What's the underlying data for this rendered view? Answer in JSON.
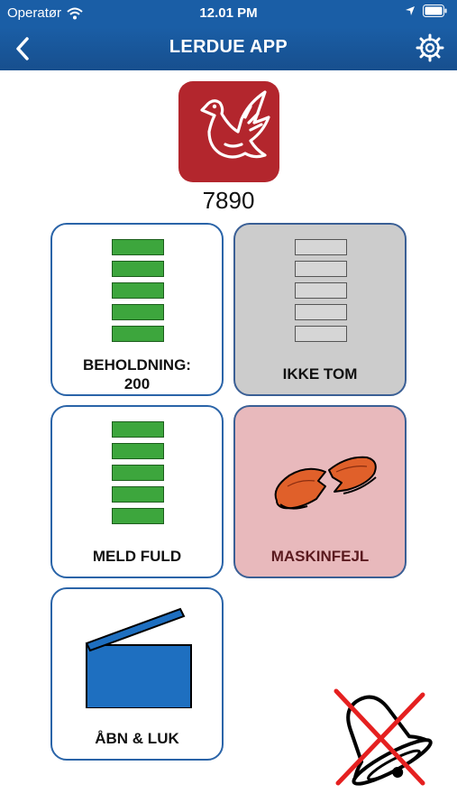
{
  "status": {
    "carrier": "Operatør",
    "time": "12.01 PM"
  },
  "nav": {
    "title": "LERDUE APP"
  },
  "device": {
    "number": "7890"
  },
  "tiles": {
    "beholdning": {
      "label_line1": "BEHOLDNING:",
      "label_line2": "200"
    },
    "ikke_tom": {
      "label": "IKKE TOM"
    },
    "meld_fuld": {
      "label": "MELD FULD"
    },
    "maskinfejl": {
      "label": "MASKINFEJL"
    },
    "abn_luk": {
      "label": "ÅBN & LUK"
    }
  },
  "colors": {
    "accent": "#1a5ea6",
    "logo": "#b3262d",
    "full_bar": "#3da63d",
    "error_tile": "#e8b9bc"
  },
  "icons": {
    "back": "chevron-left-icon",
    "settings": "gear-icon",
    "alarm": "bell-muted-icon"
  }
}
